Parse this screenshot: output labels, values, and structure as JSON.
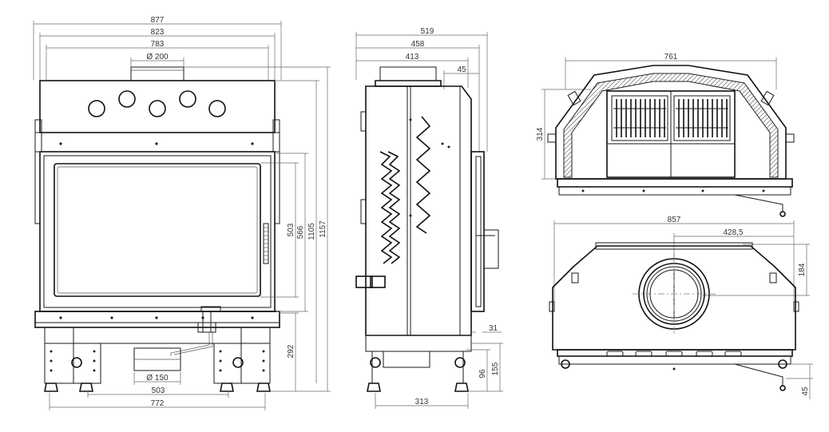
{
  "front_view": {
    "overall_width": "877",
    "body_width": "823",
    "inner_width": "783",
    "flue_diameter": "Ø 200",
    "glass_height": "503",
    "door_height": "566",
    "body_height": "1105",
    "overall_height": "1157",
    "leg_height": "292",
    "air_inlet_diameter": "Ø 150",
    "leg_inner_width": "503",
    "base_width": "772"
  },
  "side_view": {
    "overall_depth": "519",
    "body_depth": "458",
    "inner_depth": "413",
    "flue_offset": "45",
    "door_offset": "31",
    "base_depth": "313",
    "foot_height": "96",
    "inlet_height": "155"
  },
  "top_view": {
    "width": "761",
    "depth": "314"
  },
  "plan_view": {
    "width": "857",
    "half_width": "428,5",
    "outlet_depth": "184",
    "clearance": "45"
  }
}
